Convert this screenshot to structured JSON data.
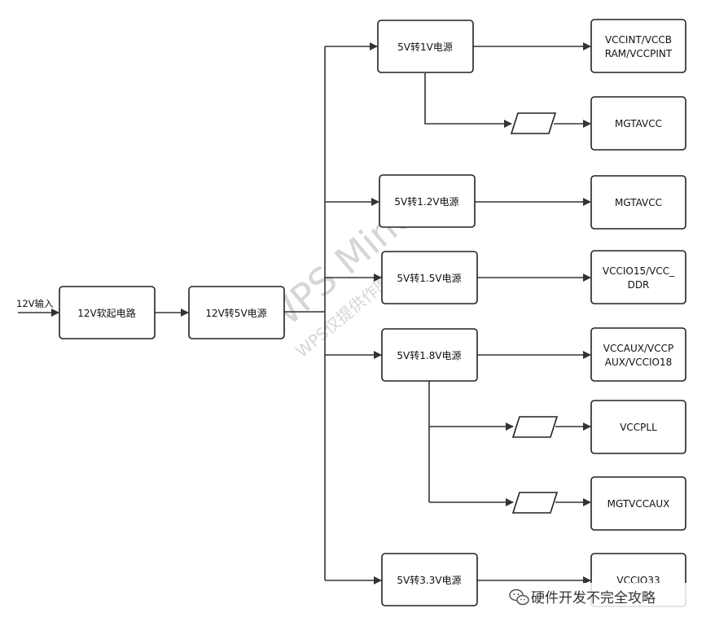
{
  "input_label": "12V输入",
  "blocks": {
    "softstart": "12V软起电路",
    "to5v": "12V转5V电源",
    "to1v": "5V转1V电源",
    "to1v2": "5V转1.2V电源",
    "to1v5": "5V转1.5V电源",
    "to1v8": "5V转1.8V电源",
    "to3v3": "5V转3.3V电源"
  },
  "outputs": {
    "vccint": [
      "VCCINT/VCCB",
      "RAM/VCCPINT"
    ],
    "mgtavcc1": "MGTAVCC",
    "mgtavcc2": "MGTAVCC",
    "vccio15": [
      "VCCIO15/VCC_",
      "DDR"
    ],
    "vccaux": [
      "VCCAUX/VCCP",
      "AUX/VCCIO18"
    ],
    "vccpll": "VCCPLL",
    "mgtvccaux": "MGTVCCAUX",
    "vccio33": "VCCIO33"
  },
  "watermark": [
    "WPS Mind",
    "WPS仅提供作图能力"
  ],
  "footer": "硬件开发不完全攻略",
  "colors": {
    "stroke": "#222222",
    "watermark": "#d6d6d6"
  }
}
